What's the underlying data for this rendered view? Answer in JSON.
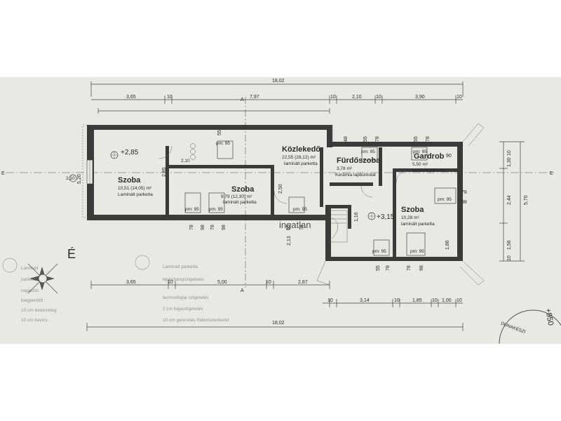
{
  "dimensions": {
    "top_total": "18,02",
    "top_a": "3,65",
    "top_b": "10",
    "top_c": "7,97",
    "top_d": "10",
    "top_e": "2,10",
    "top_f": "10",
    "top_g": "3,90",
    "top_h": "10",
    "bottom_a": "3,65",
    "bottom_b": "10",
    "bottom_c": "5,00",
    "bottom_d": "10",
    "bottom_e": "2,87",
    "bottom2_a": "10",
    "bottom2_b": "3,14",
    "bottom2_c": "10",
    "bottom2_d": "1,85",
    "bottom2_e": "10",
    "bottom2_f": "1,00",
    "bottom2_g": "10",
    "bottom_total": "18,02",
    "right_a": "10",
    "right_b": "1,30",
    "right_c": "2,44",
    "right_d": "5,70",
    "right_e": "1,56",
    "right_f": "10"
  },
  "section": {
    "a_top": "A",
    "a_bottom": "A",
    "e_left": "E",
    "e_right": "E"
  },
  "rooms": [
    {
      "name": "Szoba",
      "area": "10,51 (14,05) m²",
      "floor": "Laminált parketta"
    },
    {
      "name": "Szoba",
      "area": "9,79 (12,30) m²",
      "floor": "laminált parketta"
    },
    {
      "name": "Közlekedő",
      "area": "22,55 (28,12) m²",
      "floor": "laminált parketta"
    },
    {
      "name": "Fürdőszoba",
      "area": "3,78 m²",
      "floor": "Kerámia lapburkolat"
    },
    {
      "name": "Gardrob",
      "area": "5,50 m²",
      "floor": "laminált parketta"
    },
    {
      "name": "Szoba",
      "area": "10,28 m²",
      "floor": "laminált parketta"
    }
  ],
  "levels": {
    "left": "+2,85",
    "right": "+3,15"
  },
  "window_label": "pm: 95",
  "wall_marks": {
    "m55": "55",
    "m78": "78",
    "m98": "98",
    "m48": "48",
    "m90": "90",
    "m116": "1,16",
    "m186": "1,86",
    "m250": "2,50",
    "m213": "2,13",
    "m210": "2,10",
    "m520": "5,20",
    "m285": "2,85"
  },
  "north": "É",
  "stamp_text": "DUNAKESZI",
  "edge_note": "+950",
  "legend_left": [
    "Laminált",
    "parketta",
    "ragasztó",
    "kiegyenlítő",
    "10 cm betonréteg",
    "10 cm kavics"
  ],
  "legend_right": [
    "Laminált parketta",
    "lépéshangszigetelés",
    "technológiai szigetelés",
    "2 cm fugaszigetelés",
    "10 cm gerendás födémszerkezet"
  ],
  "watermark": "ingatlan"
}
